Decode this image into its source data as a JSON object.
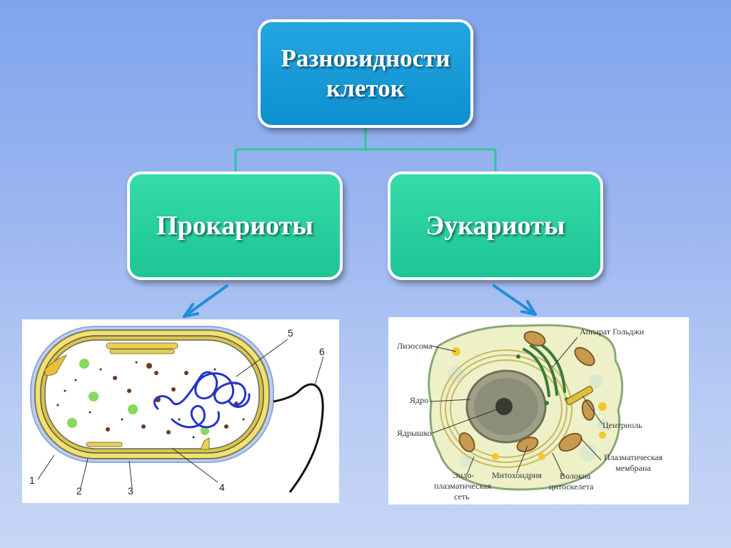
{
  "root": {
    "title": "Разновидности клеток"
  },
  "categories": [
    {
      "id": "prokaryotes",
      "label": "Прокариоты"
    },
    {
      "id": "eukaryotes",
      "label": "Эукариоты"
    }
  ],
  "prokaryote_diagram": {
    "labels": [
      "1",
      "2",
      "3",
      "4",
      "5",
      "6"
    ]
  },
  "eukaryote_diagram": {
    "labels": {
      "golgi": "Аппарат Гольджи",
      "lysosome": "Лизосома",
      "nucleus": "Ядро",
      "nucleolus": "Ядрышко",
      "centriole": "Центриоль",
      "membrane_1": "Плазматическая",
      "membrane_2": "мембрана",
      "er_1": "Эндо-",
      "er_2": "плазматическая",
      "er_3": "сеть",
      "mitochondrion": "Митохондрия",
      "cytoskeleton_1": "Волокна",
      "cytoskeleton_2": "цитоскелета"
    }
  },
  "colors": {
    "root_box": "#1a9bd8",
    "child_box": "#2bd2a2",
    "connector": "#2fc79b",
    "arrow": "#1f8fd6"
  }
}
